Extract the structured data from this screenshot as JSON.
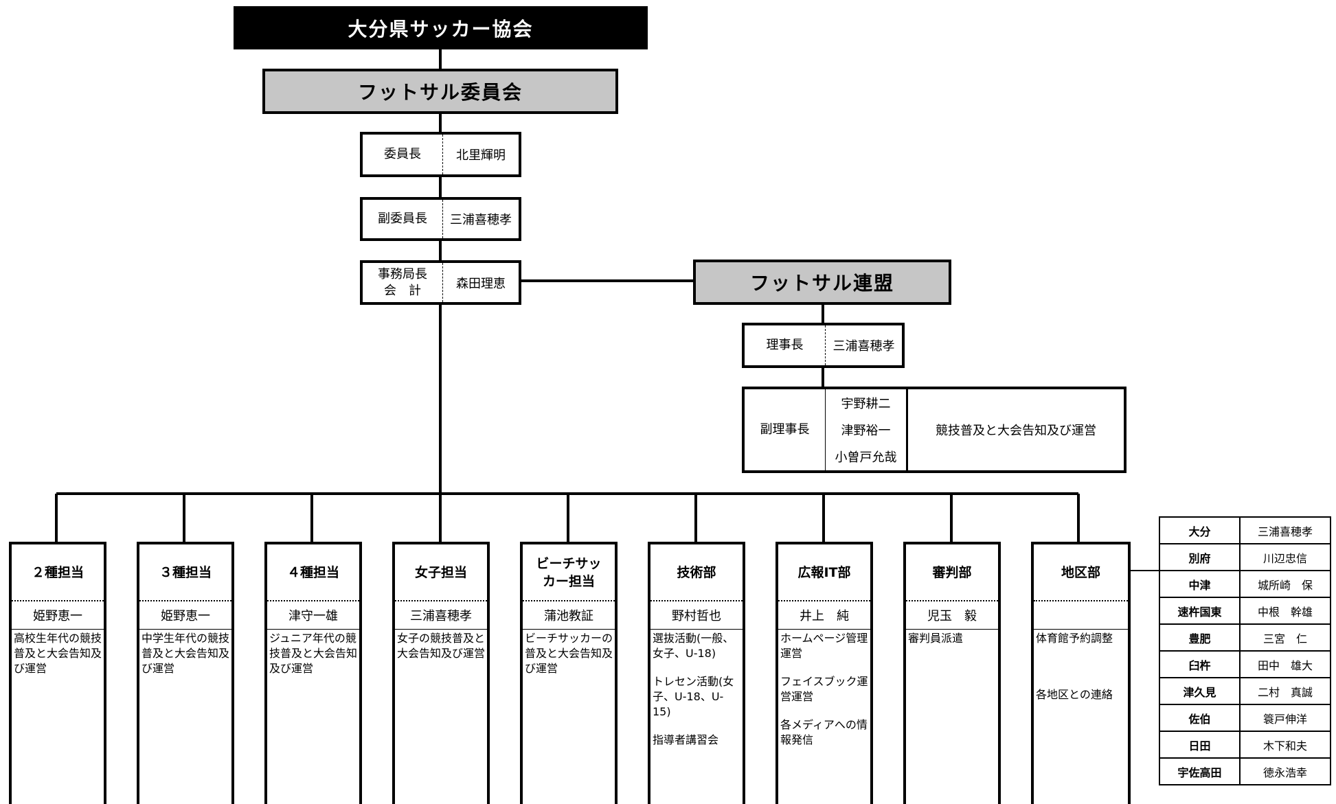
{
  "association": "大分県サッカー協会",
  "committee": {
    "title": "フットサル委員会",
    "roles": [
      {
        "role": "委員長",
        "person": "北里輝明"
      },
      {
        "role": "副委員長",
        "person": "三浦喜穂孝"
      },
      {
        "role_line1": "事務局長",
        "role_line2": "会　計",
        "person": "森田理恵"
      }
    ]
  },
  "league": {
    "title": "フットサル連盟",
    "chair": {
      "role": "理事長",
      "person": "三浦喜穂孝"
    },
    "vice": {
      "role": "副理事長",
      "persons": [
        "宇野耕二",
        "津野裕一",
        "小曽戸允哉"
      ],
      "duty": "競技普及と大会告知及び運営"
    }
  },
  "departments": [
    {
      "name_line1": "２種担当",
      "name_line2": "",
      "person": "姫野恵一",
      "desc": [
        "高校生年代の競技普及と大会告知及び運営"
      ]
    },
    {
      "name_line1": "３種担当",
      "name_line2": "",
      "person": "姫野恵一",
      "desc": [
        "中学生年代の競技普及と大会告知及び運営"
      ]
    },
    {
      "name_line1": "４種担当",
      "name_line2": "",
      "person": "津守一雄",
      "desc": [
        "ジュニア年代の競技普及と大会告知及び運営"
      ]
    },
    {
      "name_line1": "女子担当",
      "name_line2": "",
      "person": "三浦喜穂孝",
      "desc": [
        "女子の競技普及と大会告知及び運営"
      ]
    },
    {
      "name_line1": "ビーチサッ",
      "name_line2": "カー担当",
      "person": "蒲池教証",
      "desc": [
        "ビーチサッカーの普及と大会告知及び運営"
      ]
    },
    {
      "name_line1": "技術部",
      "name_line2": "",
      "person": "野村哲也",
      "desc": [
        "選抜活動(一般、女子、U-18)",
        "トレセン活動(女子、U-18、U-15)",
        "指導者講習会"
      ]
    },
    {
      "name_line1": "広報IT部",
      "name_line2": "",
      "person": "井上　純",
      "desc": [
        "ホームページ管理運営",
        "フェイスブック運営運営",
        "各メディアへの情報発信"
      ]
    },
    {
      "name_line1": "審判部",
      "name_line2": "",
      "person": "児玉　毅",
      "desc": [
        "審判員派遣"
      ]
    },
    {
      "name_line1": "地区部",
      "name_line2": "",
      "person": "",
      "desc": [
        "体育館予約調整",
        "各地区との連絡"
      ]
    }
  ],
  "districts": [
    {
      "area": "大分",
      "person": "三浦喜穂孝"
    },
    {
      "area": "別府",
      "person": "川辺忠信"
    },
    {
      "area": "中津",
      "person": "城所崎　保"
    },
    {
      "area": "速杵国東",
      "person": "中根　幹雄"
    },
    {
      "area": "豊肥",
      "person": "三宮　仁"
    },
    {
      "area": "臼杵",
      "person": "田中　雄大"
    },
    {
      "area": "津久見",
      "person": "二村　真誠"
    },
    {
      "area": "佐伯",
      "person": "簑戸伸洋"
    },
    {
      "area": "日田",
      "person": "木下和夫"
    },
    {
      "area": "宇佐高田",
      "person": "徳永浩幸"
    }
  ]
}
